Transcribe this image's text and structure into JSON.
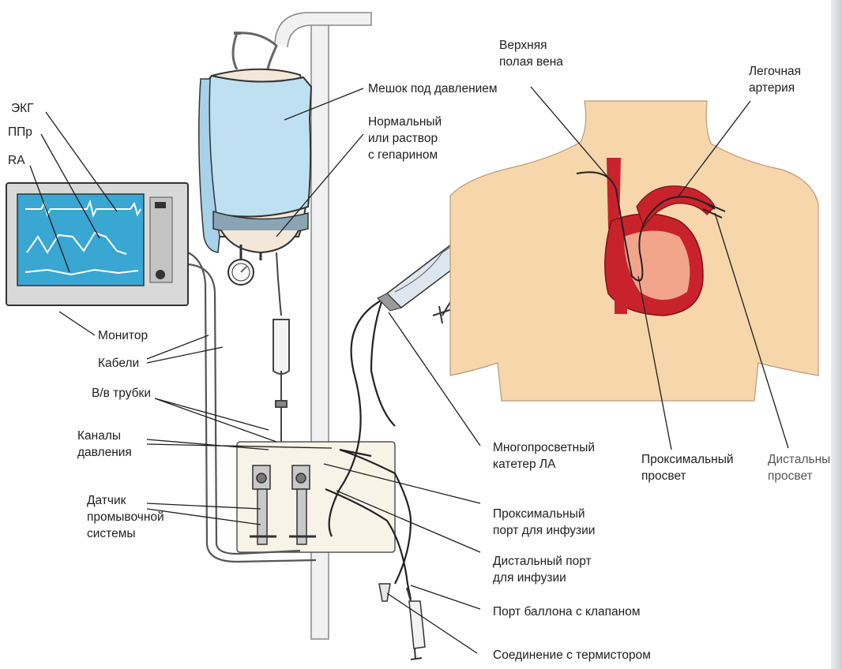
{
  "labels": {
    "ekg": "ЭКГ",
    "ppr": "ППр",
    "ra": "RA",
    "monitor": "Монитор",
    "cables": "Кабели",
    "iv_tubes": "В/в трубки",
    "pressure_channels": "Каналы\nдавления",
    "flush_transducer": "Датчик\nпромывочной\nсистемы",
    "pressure_bag": "Мешок под давлением",
    "saline": "Нормальный\nили раствор\nс гепарином",
    "svc": "Верхняя\nполая вена",
    "pulmonary_artery": "Легочная\nартерия",
    "pa_catheter": "Многопросветный\nкатетер ЛА",
    "proximal_lumen": "Проксимальный\nпросвет",
    "distal_lumen": "Дистальный\nпросвет",
    "proximal_port": "Проксимальный\nпорт для инфузии",
    "distal_port": "Дистальный порт\nдля инфузии",
    "balloon_port": "Порт баллона с клапаном",
    "thermistor": "Соединение с термистором"
  },
  "colors": {
    "skin": "#f7d6ac",
    "blood": "#c8232c",
    "screen": "#3aa6d2",
    "bag_cover": "#bfe0f0",
    "line": "#222222"
  }
}
